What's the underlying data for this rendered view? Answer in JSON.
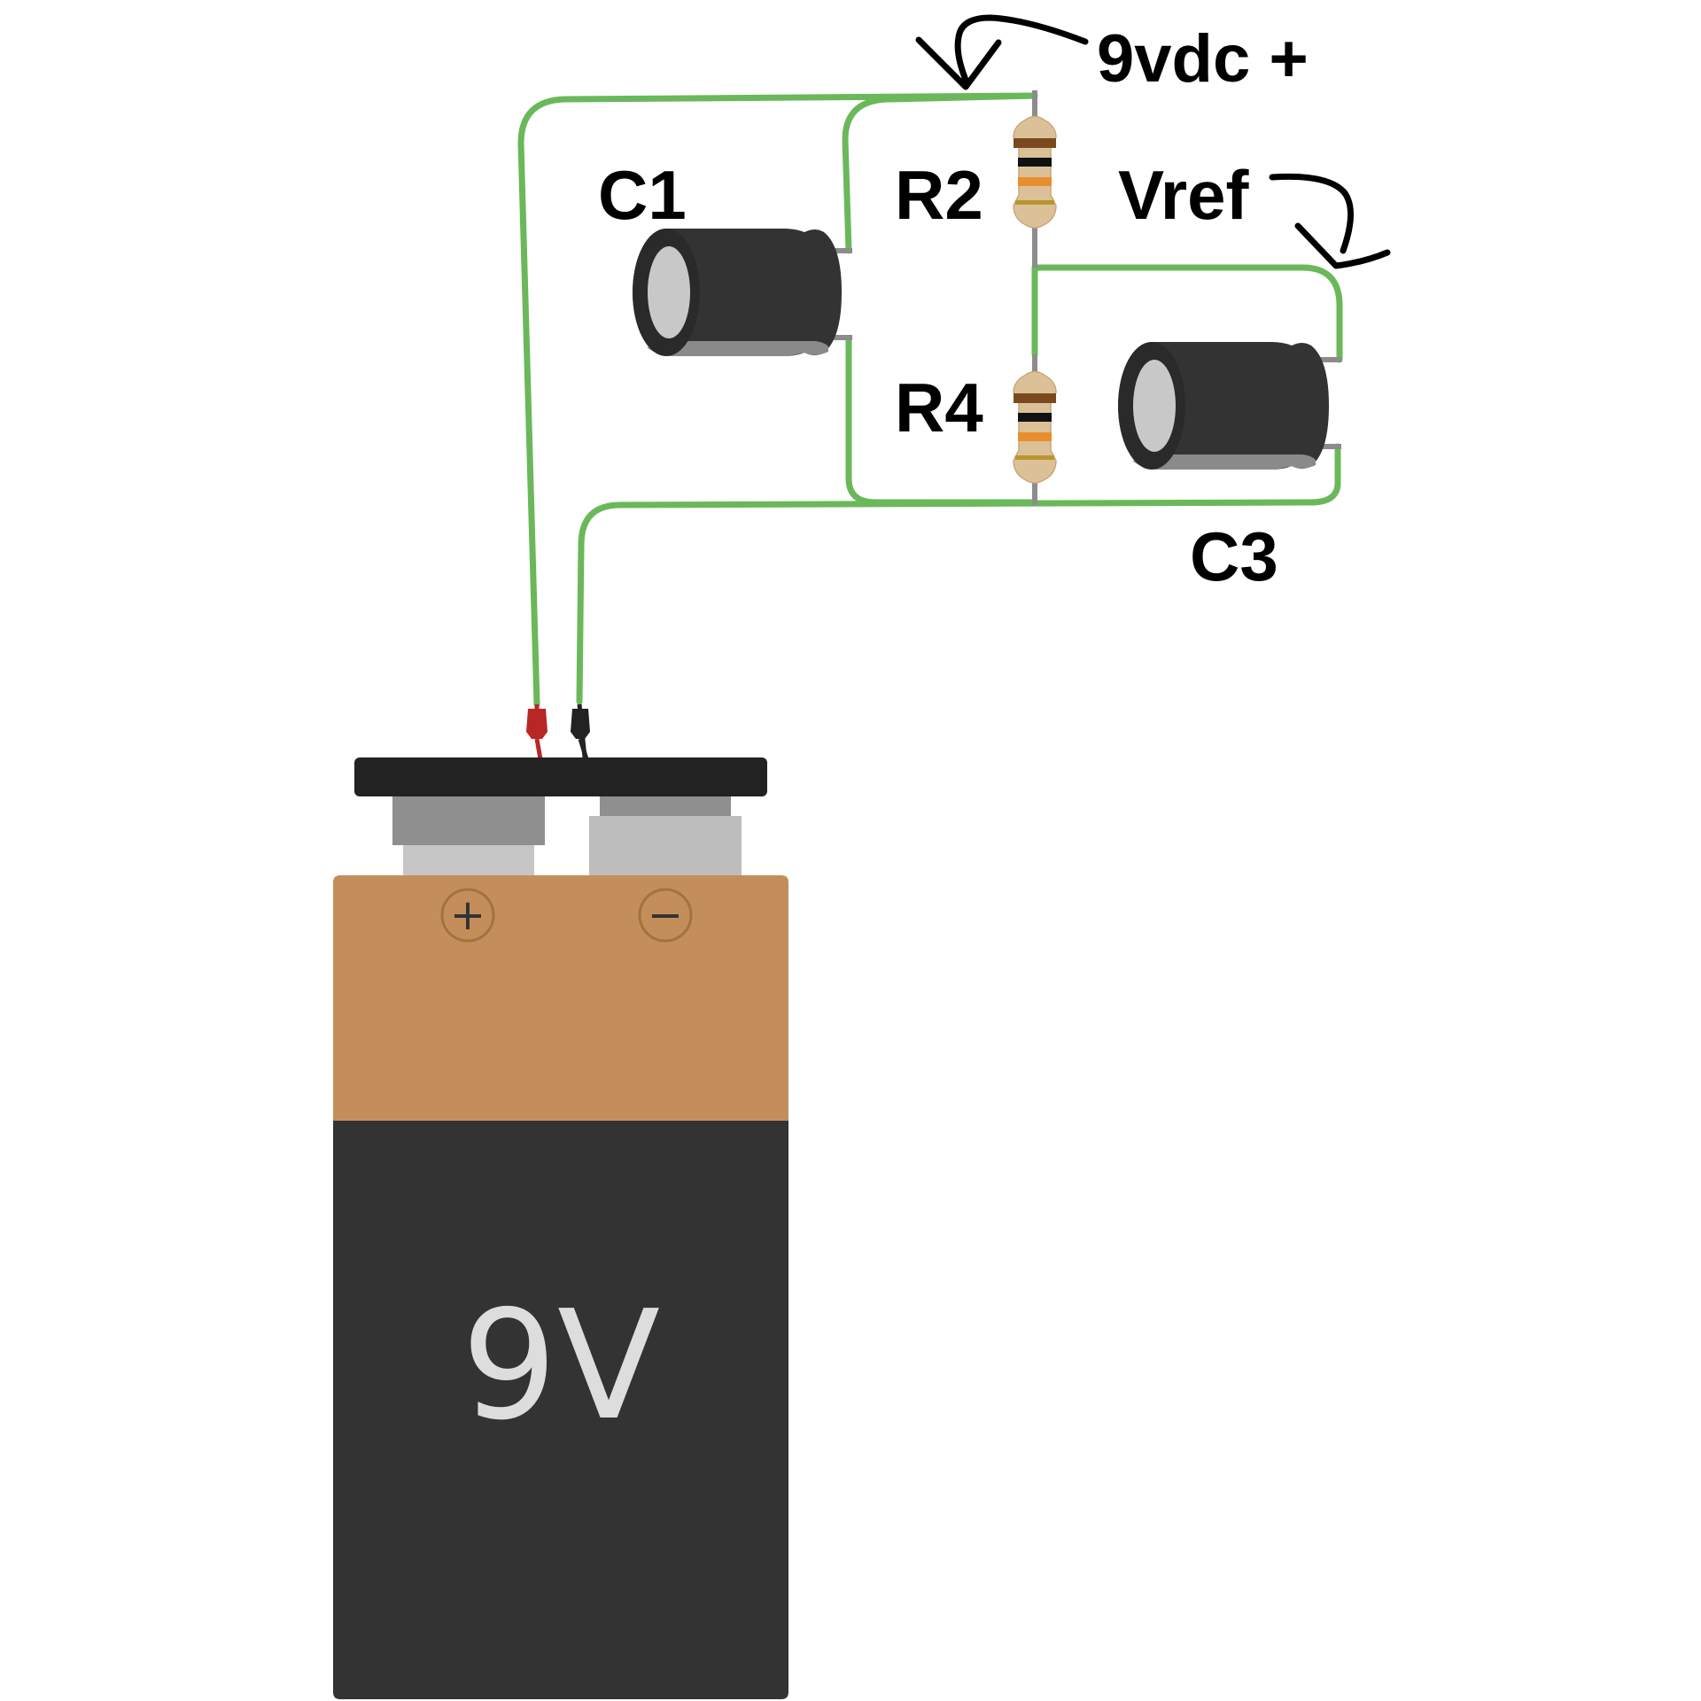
{
  "diagram": {
    "labels": {
      "supply": "9vdc +",
      "vref": "Vref",
      "c1": "C1",
      "c3": "C3",
      "r2": "R2",
      "r4": "R4"
    },
    "battery": {
      "voltage": "9V",
      "plus_symbol": "+",
      "minus_symbol": "−"
    },
    "colors": {
      "wire": "#6ab85a",
      "wire_outline": "#4e9a43",
      "battery_top": "#c48e5a",
      "battery_body": "#333333",
      "battery_text": "#dddddd",
      "capacitor_body": "#333333",
      "capacitor_cap": "#c8c8c8",
      "resistor_body": "#dcc198",
      "lead": "#8c8c8c",
      "connector_red": "#b92626",
      "connector_black": "#222222"
    },
    "resistor_bands": {
      "r2": [
        "#7a4a1e",
        "#111111",
        "#e88e2e",
        "#b8962f"
      ],
      "r4": [
        "#7a4a1e",
        "#111111",
        "#e88e2e",
        "#b8962f"
      ]
    }
  }
}
